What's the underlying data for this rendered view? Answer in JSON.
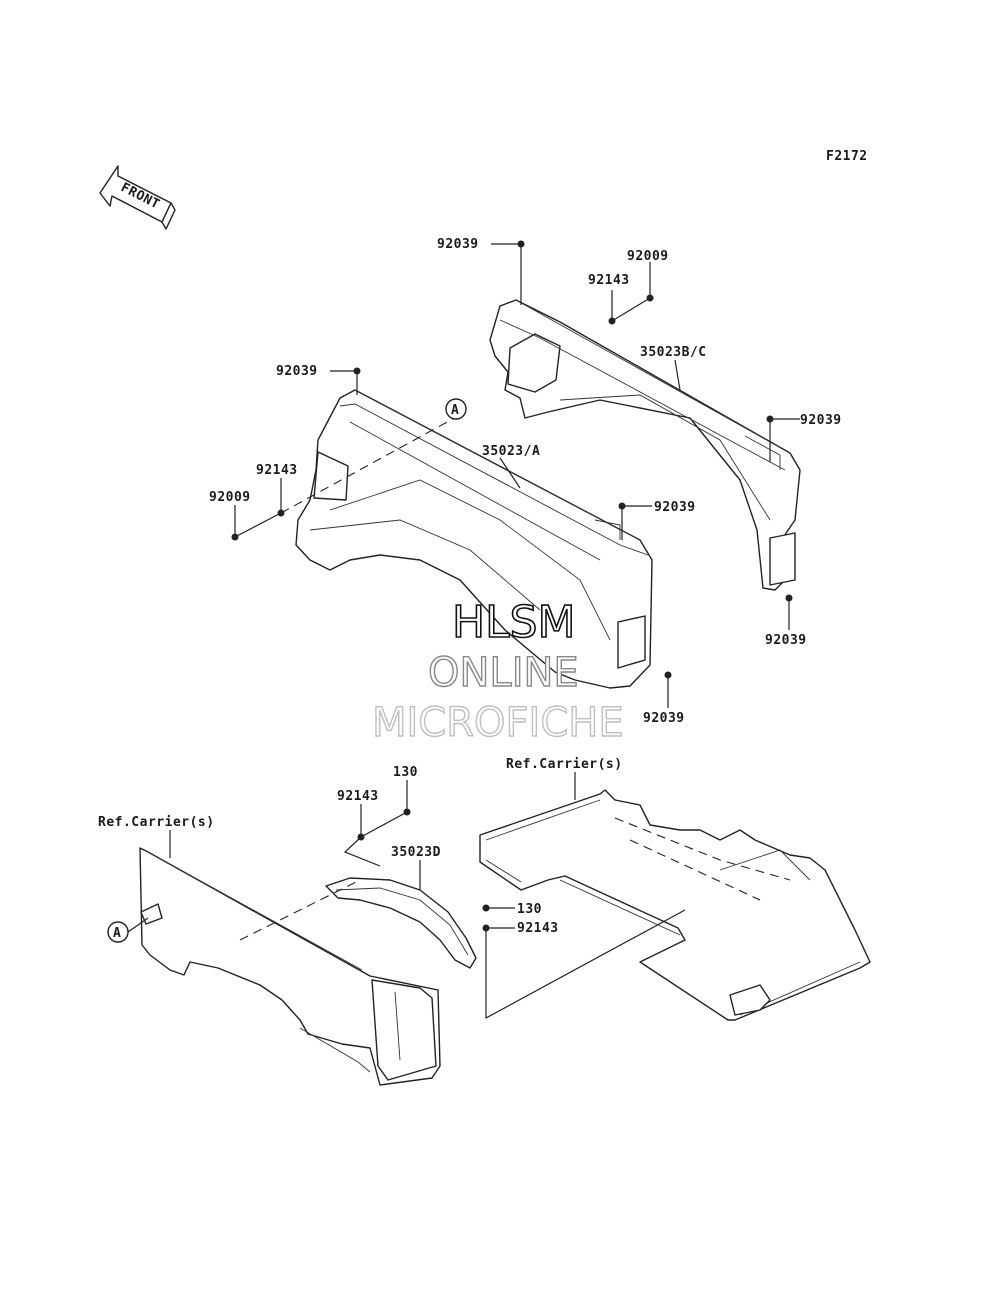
{
  "figure_code": "F2172",
  "front_arrow_text": "FRONT",
  "watermark": {
    "line1": "HLSM",
    "line2": "ONLINE",
    "line3": "MICROFICHE"
  },
  "callout_marker": "A",
  "labels": {
    "l_92039_top_right": "92039",
    "l_92009_top_right": "92009",
    "l_92143_top_right": "92143",
    "l_35023bc": "35023B/C",
    "l_92039_right_mid": "92039",
    "l_92039_right_low": "92039",
    "l_92039_left_top": "92039",
    "l_35023a": "35023/A",
    "l_92143_left": "92143",
    "l_92009_left": "92009",
    "l_92039_center": "92039",
    "l_92039_bottom": "92039",
    "l_130_top": "130",
    "l_92143_mid": "92143",
    "l_35023d": "35023D",
    "l_ref_carrier_left": "Ref.Carrier(s)",
    "l_ref_carrier_right": "Ref.Carrier(s)",
    "l_130_lower": "130",
    "l_92143_lower": "92143"
  }
}
